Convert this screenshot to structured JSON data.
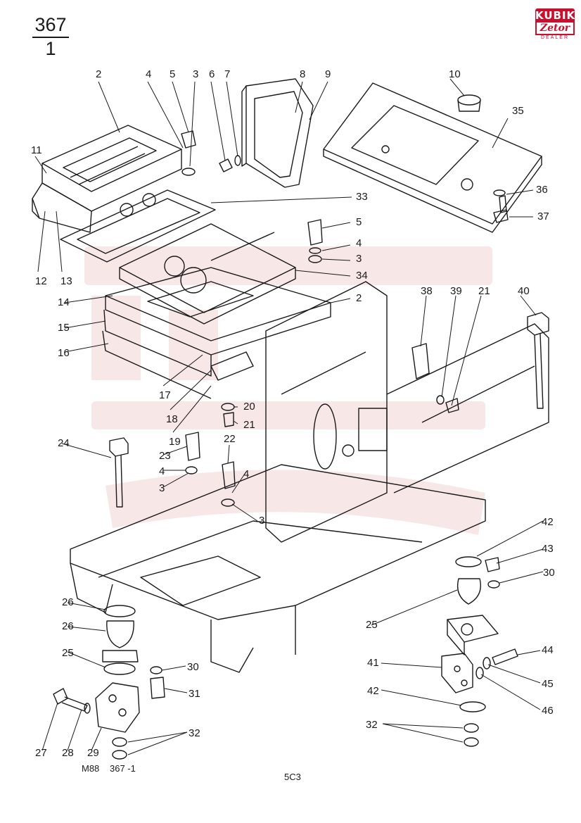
{
  "header": {
    "page": "367",
    "sub": "1"
  },
  "logo": {
    "brand": "KUBIK",
    "make": "Zetor",
    "tag": "DEALER"
  },
  "footer": {
    "code_left": "M88",
    "code_right": "367 -1",
    "page_code": "5C3"
  },
  "callouts": [
    "2",
    "4",
    "5",
    "3",
    "6",
    "7",
    "8",
    "9",
    "10",
    "35",
    "11",
    "36",
    "37",
    "33",
    "12",
    "13",
    "5",
    "4",
    "3",
    "34",
    "14",
    "2",
    "15",
    "38",
    "39",
    "21",
    "40",
    "16",
    "17",
    "18",
    "19",
    "20",
    "21",
    "24",
    "23",
    "22",
    "4",
    "4",
    "3",
    "3",
    "42",
    "43",
    "30",
    "26",
    "25",
    "26",
    "25",
    "30",
    "31",
    "41",
    "44",
    "45",
    "42",
    "46",
    "32",
    "27",
    "28",
    "29",
    "32"
  ],
  "colors": {
    "ink": "#1a1a1a",
    "brand_red": "#c8102e",
    "watermark": "#f3d4d4"
  }
}
